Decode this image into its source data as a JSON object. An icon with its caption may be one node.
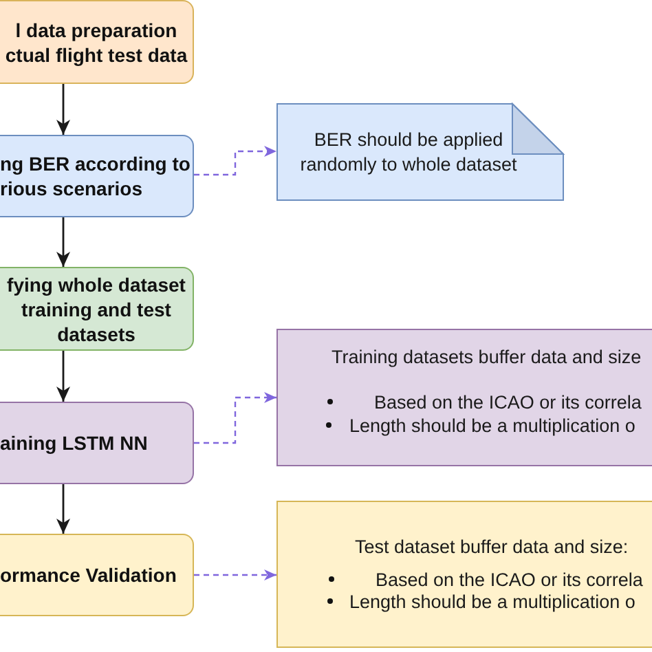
{
  "diagram": {
    "nodes": [
      {
        "text": [
          "l data preparation ctual flight test data"
        ]
      },
      {
        "text": [
          "ng BER according to rious scenarios"
        ]
      },
      {
        "text": [
          "BER should be applied randomly to whole dataset"
        ]
      },
      {
        "text": [
          "fying whole dataset training and test datasets"
        ]
      },
      {
        "text": [
          "aining LSTM NN"
        ]
      },
      {
        "text": [
          "Training datasets buffer data and size",
          "Based on the ICAO or its correla",
          "Length should be a multiplication o"
        ]
      },
      {
        "text": [
          "ormance Validation"
        ]
      },
      {
        "text": [
          "Test dataset buffer data and size:",
          "Based on the ICAO or its correla",
          "Length should be a multiplication o"
        ]
      }
    ],
    "edges": [
      {
        "from": 0,
        "to": 1,
        "arrow": "to"
      },
      {
        "from": 1,
        "to": 3,
        "arrow": "to"
      },
      {
        "from": 3,
        "to": 4,
        "arrow": "to"
      },
      {
        "from": 4,
        "to": 6,
        "arrow": "to"
      },
      {
        "from": 1,
        "to": 2,
        "arrow": "to",
        "style": "dashed",
        "color": "#7f66dd"
      },
      {
        "from": 4,
        "to": 5,
        "arrow": "to",
        "style": "dashed",
        "color": "#7f66dd"
      },
      {
        "from": 6,
        "to": 7,
        "arrow": "to",
        "style": "dashed",
        "color": "#7f66dd"
      }
    ]
  }
}
